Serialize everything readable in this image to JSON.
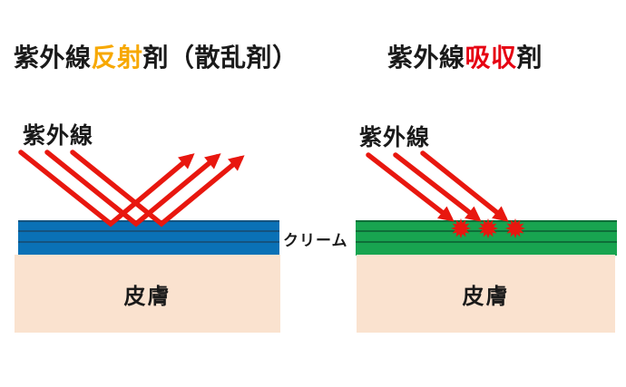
{
  "colors": {
    "highlight_orange": "#f7a800",
    "highlight_red": "#e60012",
    "arrow_red": "#e8170f",
    "cream_blue": "#0a71b6",
    "cream_blue_line": "#14537f",
    "cream_green": "#18a450",
    "cream_green_line": "#0e6e38",
    "skin_beige": "#fae2cf",
    "text_black": "#1a1a1a",
    "bg": "#ffffff"
  },
  "left_panel": {
    "title": {
      "prefix": "紫外線",
      "highlight": "反射",
      "suffix": "剤（散乱剤）"
    },
    "uv_label": "紫外線",
    "skin_label": "皮膚"
  },
  "right_panel": {
    "title": {
      "prefix": "紫外線",
      "highlight": "吸収",
      "suffix": "剤"
    },
    "uv_label": "紫外線",
    "skin_label": "皮膚"
  },
  "cream_label": "クリーム"
}
